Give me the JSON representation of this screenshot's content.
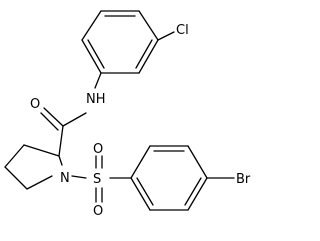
{
  "molecule": {
    "atoms": {
      "cl": "Cl",
      "nh": "NH",
      "o_amide": "O",
      "n_ring": "N",
      "s": "S",
      "o_s1": "O",
      "o_s2": "O",
      "br": "Br"
    },
    "colors": {
      "bond": "#000000",
      "label": "#000000",
      "background": "#ffffff"
    }
  }
}
